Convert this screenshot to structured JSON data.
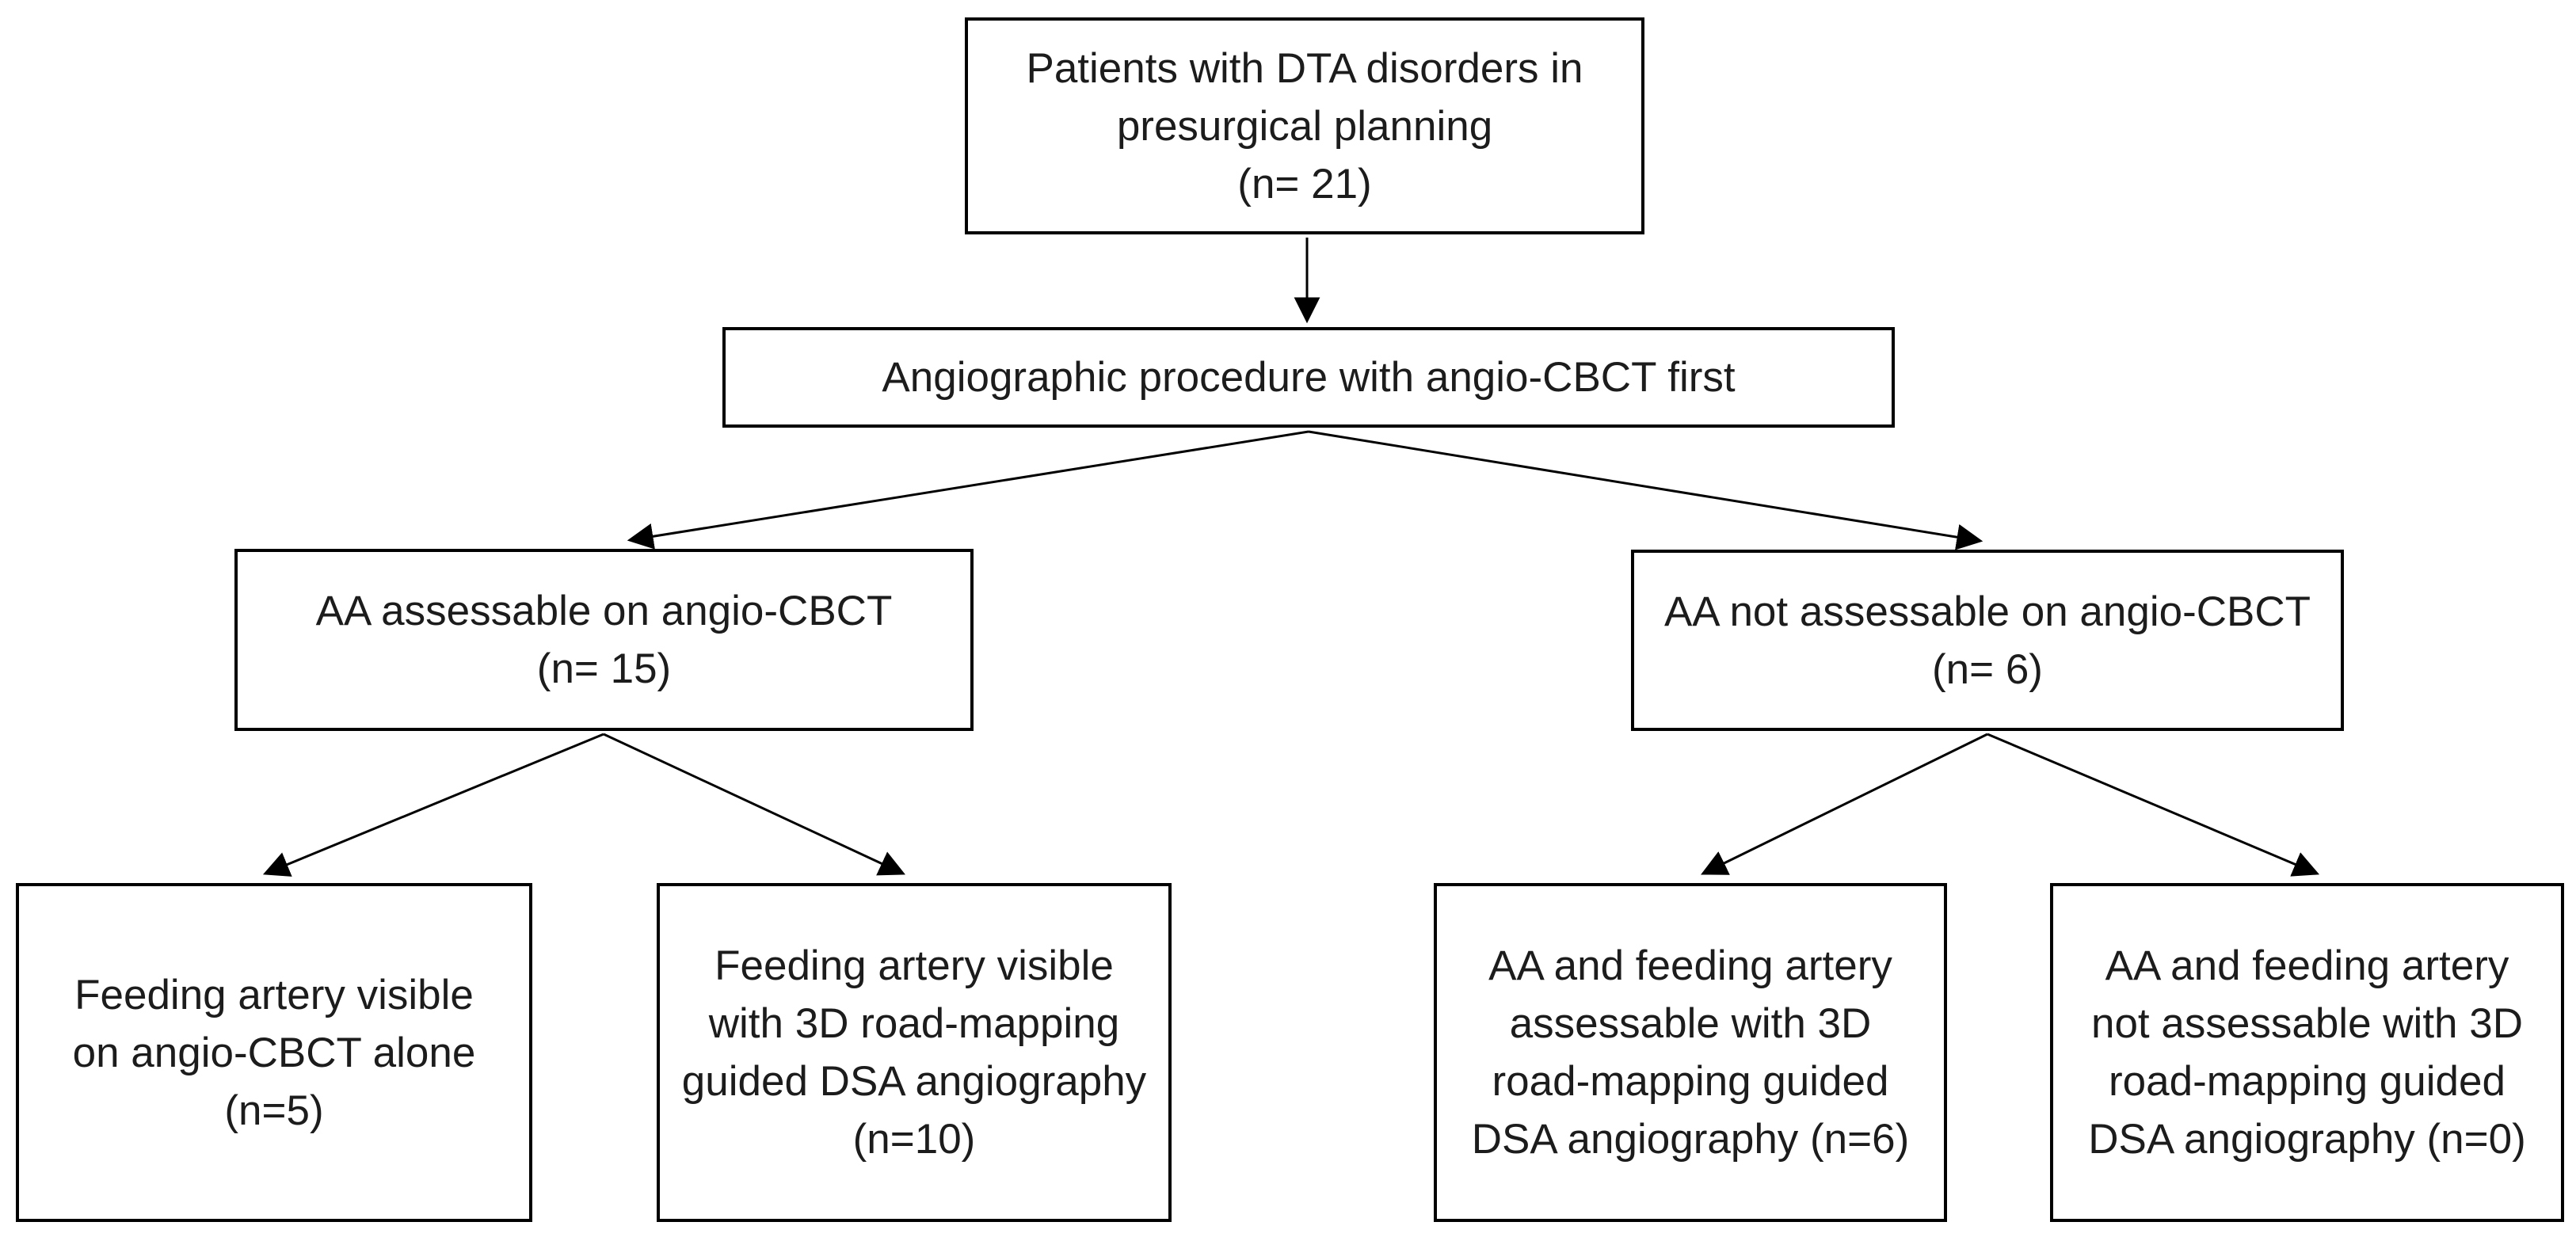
{
  "style": {
    "background": "#ffffff",
    "box_border_color": "#000000",
    "arrow_color": "#000000",
    "text_color": "#1c1c1c"
  },
  "nodes": [
    {
      "id": "patients",
      "lines": [
        "Patients with DTA disorders in",
        "presurgical planning",
        "(n= 21)"
      ],
      "n": "21"
    },
    {
      "id": "procedure",
      "lines": [
        "Angiographic procedure with angio-CBCT first"
      ]
    },
    {
      "id": "aa-assessable",
      "lines": [
        "AA assessable on angio-CBCT",
        "(n= 15)"
      ],
      "n": "15"
    },
    {
      "id": "aa-not-assessable",
      "lines": [
        "AA not assessable on angio-CBCT",
        "(n= 6)"
      ],
      "n": "6"
    },
    {
      "id": "feeding-artery-visible-alone",
      "lines": [
        "Feeding artery visible",
        "on angio-CBCT alone",
        "(n=5)"
      ],
      "n": "5"
    },
    {
      "id": "feeding-artery-visible-roadmapping",
      "lines": [
        "Feeding artery visible",
        "with 3D road-mapping",
        "guided DSA angiography",
        "(n=10)"
      ],
      "n": "10"
    },
    {
      "id": "aa-feeding-assessable",
      "lines": [
        "AA and feeding artery",
        "assessable with 3D",
        "road-mapping guided",
        "DSA angiography (n=6)"
      ],
      "n": "6"
    },
    {
      "id": "aa-feeding-not-assessable",
      "lines": [
        "AA and feeding artery",
        "not assessable with 3D",
        "road-mapping guided",
        "DSA angiography (n=0)"
      ],
      "n": "0"
    }
  ],
  "edges": [
    {
      "from": "patients",
      "to": "procedure"
    },
    {
      "from": "procedure",
      "to": "aa-assessable"
    },
    {
      "from": "procedure",
      "to": "aa-not-assessable"
    },
    {
      "from": "aa-assessable",
      "to": "feeding-artery-visible-alone"
    },
    {
      "from": "aa-assessable",
      "to": "feeding-artery-visible-roadmapping"
    },
    {
      "from": "aa-not-assessable",
      "to": "aa-feeding-assessable"
    },
    {
      "from": "aa-not-assessable",
      "to": "aa-feeding-not-assessable"
    }
  ]
}
